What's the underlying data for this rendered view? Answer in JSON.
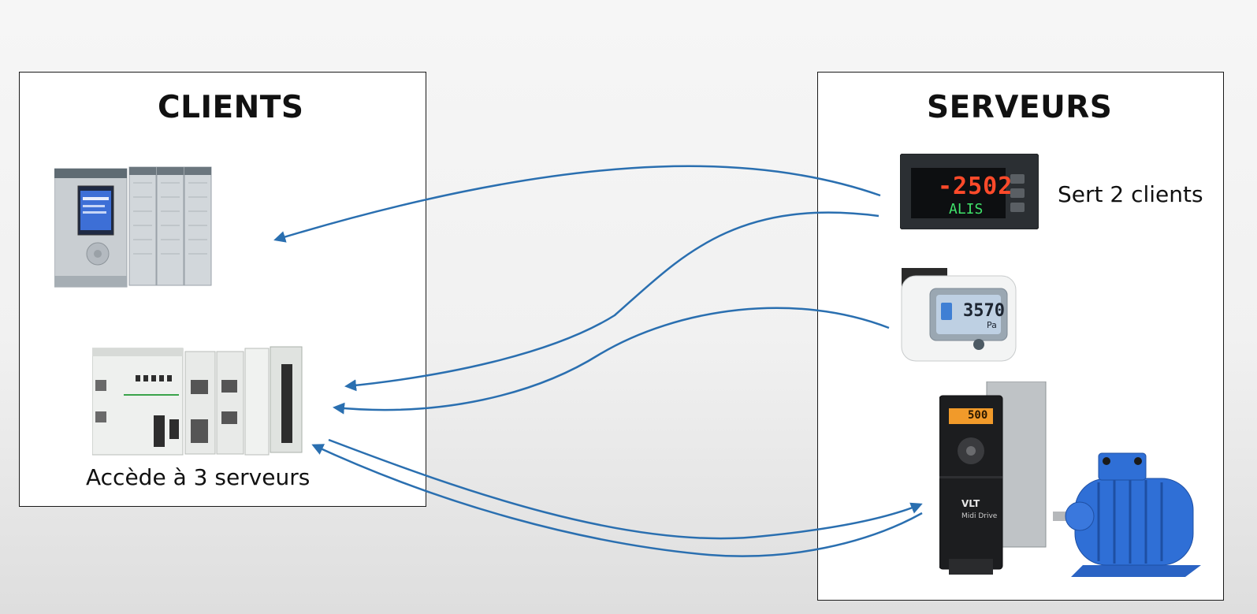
{
  "clients": {
    "title": "CLIENTS",
    "caption": "Accède à 3 serveurs"
  },
  "servers": {
    "title": "SERVEURS",
    "caption": "Sert 2 clients"
  },
  "devices": {
    "display_controller_reading": "-2502",
    "display_controller_sub": "ALIS",
    "pressure_sensor_reading": "3570",
    "pressure_sensor_unit": "Pa",
    "drive_reading": "500",
    "drive_brand": "VLT",
    "drive_model": "Midi Drive"
  },
  "colors": {
    "arrow": "#2a6fb0",
    "panel_border": "#1a1a1a"
  }
}
